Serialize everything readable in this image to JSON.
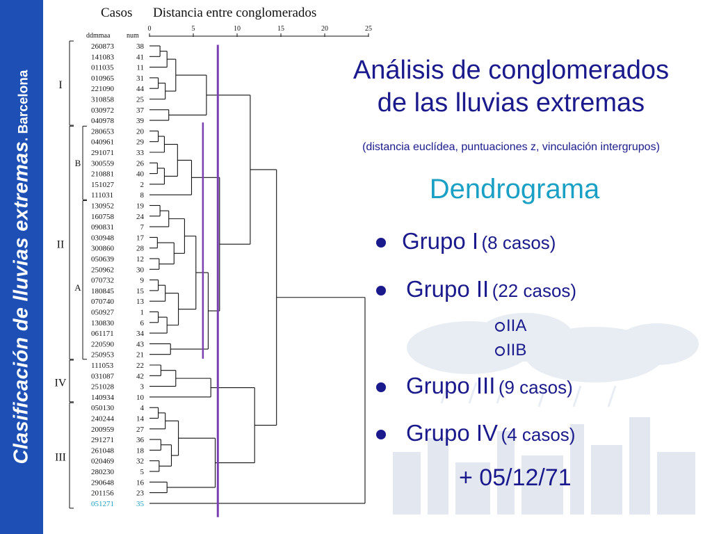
{
  "sidebar": {
    "title": "Clasificación de lluvias extremas",
    "subtitle": ". Barcelona"
  },
  "slide": {
    "title_line1": "Análisis de conglomerados",
    "title_line2": "de las lluvias extremas",
    "subtitle": "(distancia euclídea, puntuaciones z, vinculación intergrupos)",
    "heading": "Dendrograma",
    "bullets": [
      {
        "label": "Grupo I",
        "note": "(8 casos)"
      },
      {
        "label": "Grupo II",
        "note": "(22 casos)"
      },
      {
        "label": "Grupo III",
        "note": "(9 casos)"
      },
      {
        "label": "Grupo IV",
        "note": "(4 casos)"
      }
    ],
    "subitems": [
      "IIA",
      "IIB"
    ],
    "date_note": "+ 05/12/71"
  },
  "dendrogram": {
    "header_casos": "Casos",
    "header_title": "Distancia entre conglomerados",
    "col_date": "ddmmaa",
    "col_num": "num",
    "scale_ticks": [
      "0",
      "5",
      "10",
      "15",
      "20",
      "25"
    ],
    "group_labels": [
      "I",
      "B",
      "II",
      "A",
      "IV",
      "III"
    ],
    "cases": [
      {
        "date": "260873",
        "num": "38"
      },
      {
        "date": "141083",
        "num": "41"
      },
      {
        "date": "011035",
        "num": "11"
      },
      {
        "date": "010965",
        "num": "31"
      },
      {
        "date": "221090",
        "num": "44"
      },
      {
        "date": "310858",
        "num": "25"
      },
      {
        "date": "030972",
        "num": "37"
      },
      {
        "date": "040978",
        "num": "39"
      },
      {
        "date": "280653",
        "num": "20"
      },
      {
        "date": "040961",
        "num": "29"
      },
      {
        "date": "291071",
        "num": "33"
      },
      {
        "date": "300559",
        "num": "26"
      },
      {
        "date": "210881",
        "num": "40"
      },
      {
        "date": "151027",
        "num": "2"
      },
      {
        "date": "111031",
        "num": "8"
      },
      {
        "date": "130952",
        "num": "19"
      },
      {
        "date": "160758",
        "num": "24"
      },
      {
        "date": "090831",
        "num": "7"
      },
      {
        "date": "030948",
        "num": "17"
      },
      {
        "date": "300860",
        "num": "28"
      },
      {
        "date": "050639",
        "num": "12"
      },
      {
        "date": "250962",
        "num": "30"
      },
      {
        "date": "070732",
        "num": "9"
      },
      {
        "date": "180845",
        "num": "15"
      },
      {
        "date": "070740",
        "num": "13"
      },
      {
        "date": "050927",
        "num": "1"
      },
      {
        "date": "130830",
        "num": "6"
      },
      {
        "date": "061171",
        "num": "34"
      },
      {
        "date": "220590",
        "num": "43"
      },
      {
        "date": "250953",
        "num": "21"
      },
      {
        "date": "111053",
        "num": "22"
      },
      {
        "date": "031087",
        "num": "42"
      },
      {
        "date": "251028",
        "num": "3"
      },
      {
        "date": "140934",
        "num": "10"
      },
      {
        "date": "050130",
        "num": "4"
      },
      {
        "date": "240244",
        "num": "14"
      },
      {
        "date": "200959",
        "num": "27"
      },
      {
        "date": "291271",
        "num": "36"
      },
      {
        "date": "261048",
        "num": "18"
      },
      {
        "date": "020469",
        "num": "32"
      },
      {
        "date": "280230",
        "num": "5"
      },
      {
        "date": "290648",
        "num": "16"
      },
      {
        "date": "201156",
        "num": "23"
      },
      {
        "date": "051271",
        "num": "35",
        "highlight": true
      }
    ],
    "colors": {
      "highlight_case": "#1aa0c4",
      "cut_line": "#7a3fb0",
      "tree": "#111111"
    }
  }
}
